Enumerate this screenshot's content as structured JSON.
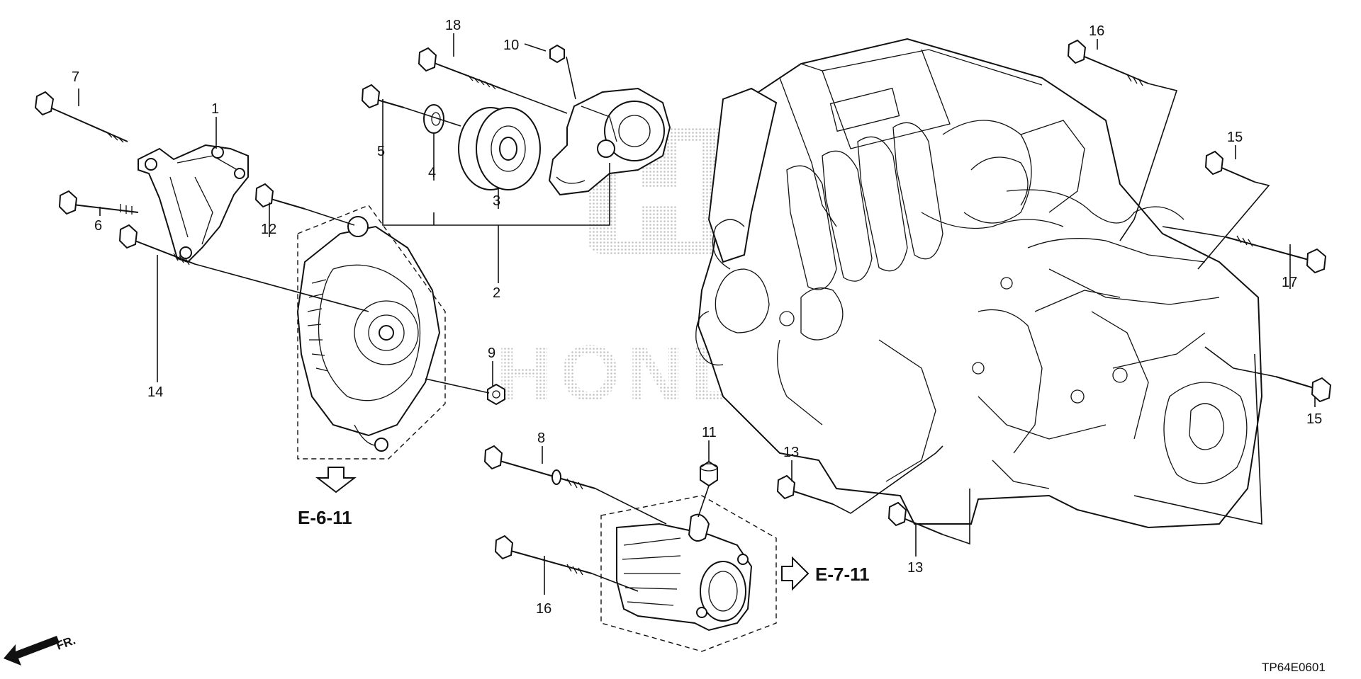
{
  "callouts": {
    "c1": "1",
    "c2": "2",
    "c3": "3",
    "c4": "4",
    "c5": "5",
    "c6": "6",
    "c7": "7",
    "c8": "8",
    "c9": "9",
    "c10": "10",
    "c11": "11",
    "c12": "12",
    "c13a": "13",
    "c13b": "13",
    "c14": "14",
    "c15a": "15",
    "c15b": "15",
    "c16a": "16",
    "c16b": "16",
    "c17": "17",
    "c18": "18"
  },
  "references": {
    "alternator": "E-6-11",
    "starter": "E-7-11"
  },
  "direction_label": "FR.",
  "diagram_code": "TP64E0601",
  "watermark": "HONDA",
  "colors": {
    "ink": "#111111",
    "watermark": "#c8c8c8",
    "background": "#ffffff"
  }
}
